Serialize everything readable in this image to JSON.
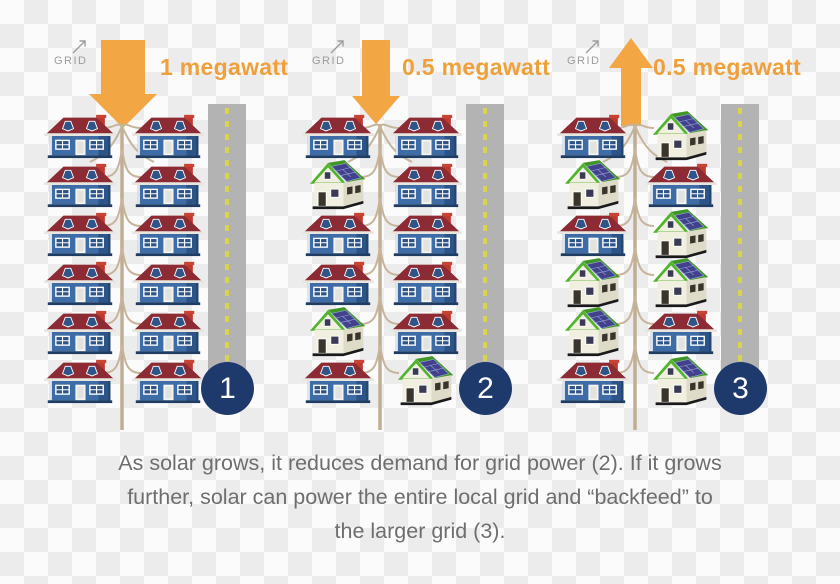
{
  "panels": [
    {
      "grid_label": "GRID",
      "flow": {
        "label": "1 megawatt",
        "direction": "down",
        "size": "large"
      },
      "badge": "1",
      "houses": {
        "left": [
          "blue",
          "blue",
          "blue",
          "blue",
          "blue",
          "blue"
        ],
        "right": [
          "blue",
          "blue",
          "blue",
          "blue",
          "blue",
          "blue"
        ]
      }
    },
    {
      "grid_label": "GRID",
      "flow": {
        "label": "0.5 megawatt",
        "direction": "down",
        "size": "small"
      },
      "badge": "2",
      "houses": {
        "left": [
          "blue",
          "solar",
          "blue",
          "blue",
          "solar",
          "blue"
        ],
        "right": [
          "blue",
          "blue",
          "blue",
          "blue",
          "blue",
          "solar"
        ]
      }
    },
    {
      "grid_label": "GRID",
      "flow": {
        "label": "0.5 megawatt",
        "direction": "up",
        "size": "small"
      },
      "badge": "3",
      "houses": {
        "left": [
          "blue",
          "solar",
          "blue",
          "solar",
          "solar",
          "blue"
        ],
        "right": [
          "solar",
          "blue",
          "solar",
          "solar",
          "blue",
          "solar"
        ]
      }
    }
  ],
  "caption": {
    "line1": "As solar grows, it reduces demand for grid power (2). If it grows",
    "line2": "further, solar can power the entire local grid and “backfeed” to",
    "line3": "the larger grid (3)."
  },
  "house_types": {
    "blue": "grid-powered-house-icon",
    "solar": "solar-house-icon"
  },
  "colors": {
    "accent_orange": "#F2A644",
    "badge_navy": "#1E3A6D",
    "road_gray": "#B3B3B3",
    "dash_yellow": "#D9D44B",
    "caption_gray": "#6E6E6E",
    "wire_tan": "#C6B49B"
  }
}
